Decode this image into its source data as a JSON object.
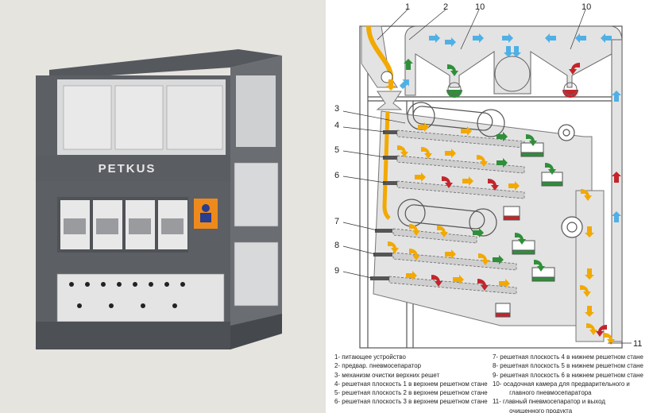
{
  "photo": {
    "brand_label": "PETKUS"
  },
  "diagram": {
    "callouts": [
      "1",
      "2",
      "10",
      "10",
      "3",
      "4",
      "5",
      "6",
      "7",
      "8",
      "9",
      "11"
    ],
    "colors": {
      "grain": "#f2a900",
      "clean_fraction": "#2f8f3a",
      "waste_fraction": "#c3252b",
      "air": "#4fb0e6",
      "body": "#e3e3e3",
      "line": "#555555"
    }
  },
  "legend": {
    "left": [
      "1- питающее устройство",
      "2- предвар. пневмосепаратор",
      "3- механизм очистки верхних решет",
      "4- решетная плоскость 1 в верхнем решетном стане",
      "5- решетная плоскость 2 в верхнем решетном стане",
      "6- решетная плоскость 3 в верхнем решетном стане"
    ],
    "right": [
      "7- решетная плоскость 4 в нижнем решетном стане",
      "8- решетная плоскость 5 в нижнем решетном стане",
      "9- решетная плоскость 6 в нижнем решетном стане",
      "10- осадочная камера для предварительного и",
      "главного пневмосепаратора",
      "11- главный пневмосепаратор и выход",
      "очищенного продукта"
    ]
  }
}
